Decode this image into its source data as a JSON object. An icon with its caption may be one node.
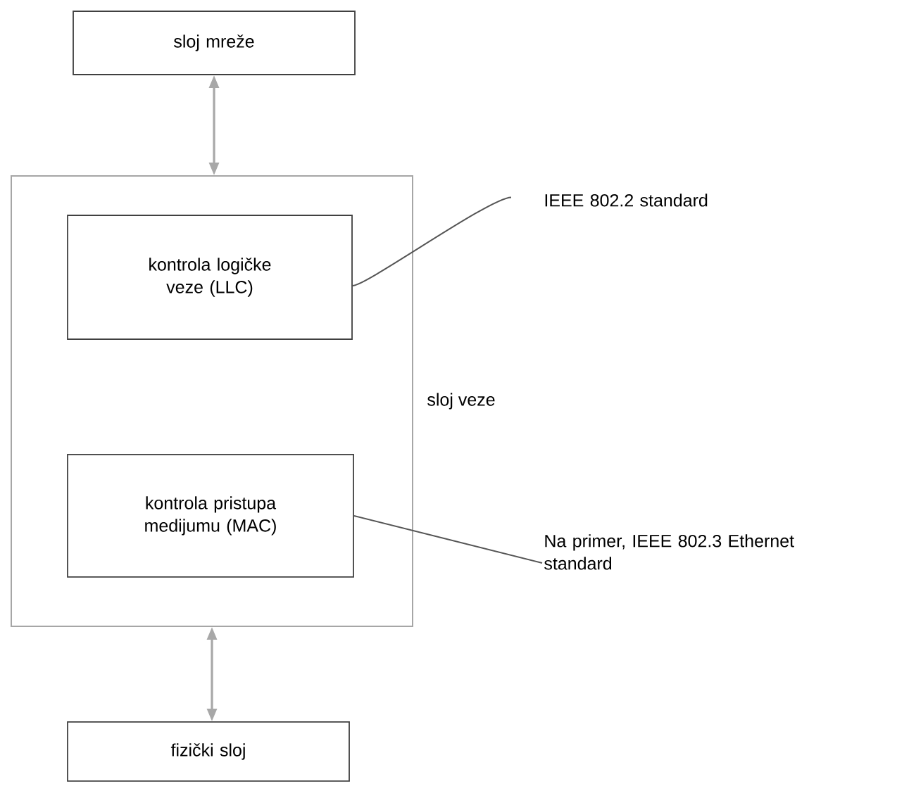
{
  "diagram": {
    "nodes": [
      {
        "text": [
          "sloj mreže"
        ]
      },
      {
        "text": [
          "sloj veze"
        ]
      },
      {
        "text": [
          "kontrola logičke veze (LLC)"
        ],
        "in": 1
      },
      {
        "text": [
          "kontrola pristupa medijumu (MAC)"
        ],
        "in": 1
      },
      {
        "text": [
          "fizički sloj"
        ]
      },
      {
        "text": [
          "IEEE 802.2 standard"
        ]
      },
      {
        "text": [
          "Na primer, IEEE 802.3 Ethernet standard"
        ]
      }
    ],
    "edges": [
      {
        "from": 0,
        "to": 1,
        "arrow": "both",
        "color": "#a8a8a8"
      },
      {
        "from": 1,
        "to": 4,
        "arrow": "both",
        "color": "#a8a8a8"
      },
      {
        "from": 5,
        "to": 2,
        "arrow": "none"
      },
      {
        "from": 6,
        "to": 3,
        "arrow": "none"
      }
    ]
  }
}
